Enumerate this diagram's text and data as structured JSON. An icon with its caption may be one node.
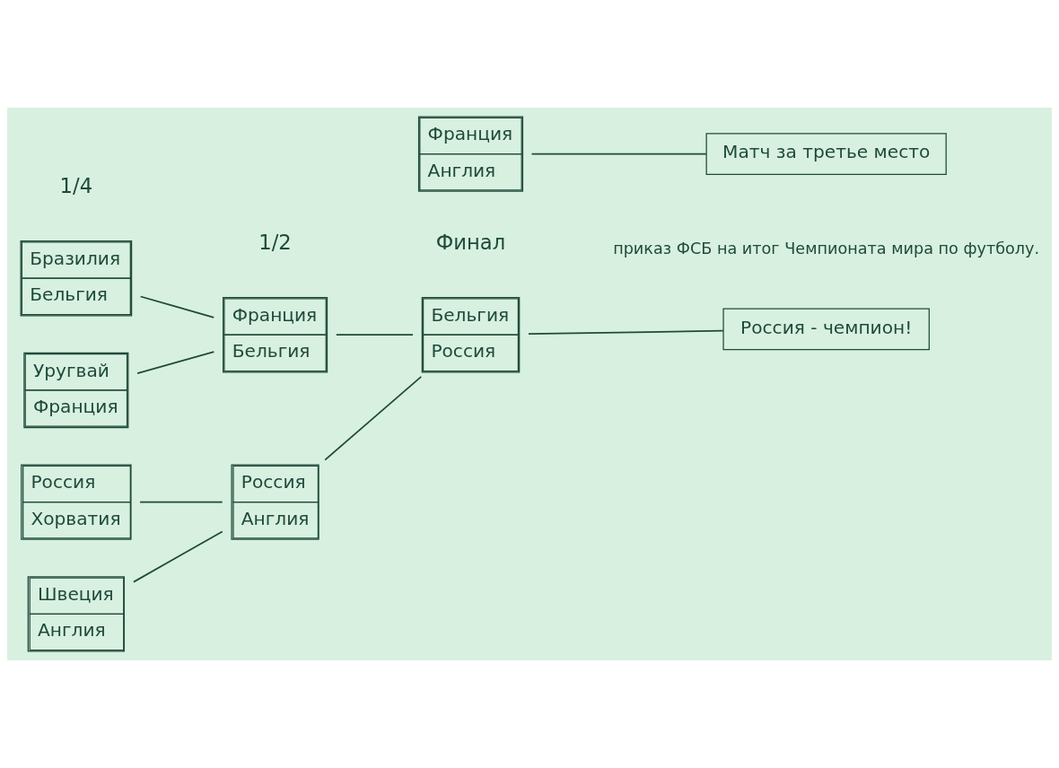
{
  "diagram": {
    "nodes": [
      {
        "text": [
          "Уругвай",
          "Франция"
        ]
      },
      {
        "text": [
          "Бразилия",
          "Бельгия"
        ]
      },
      {
        "text": [
          "Россия",
          "Хорватия"
        ]
      },
      {
        "text": [
          "Швеция",
          "Англия"
        ]
      },
      {
        "text": [
          "Франция",
          "Бельгия"
        ]
      },
      {
        "text": [
          "Россия",
          "Англия"
        ]
      },
      {
        "text": [
          "Бельгия",
          "Россия"
        ]
      },
      {
        "text": [
          "Россия - чемпион!"
        ]
      },
      {
        "text": [
          "Франция",
          "Англия"
        ]
      },
      {
        "text": [
          "Матч за третье место"
        ]
      }
    ],
    "edges": [
      {
        "from": 0,
        "to": 4,
        "arrow": "none"
      },
      {
        "from": 1,
        "to": 4,
        "arrow": "none"
      },
      {
        "from": 2,
        "to": 5,
        "arrow": "none"
      },
      {
        "from": 3,
        "to": 5,
        "arrow": "none"
      },
      {
        "from": 4,
        "to": 6,
        "arrow": "none"
      },
      {
        "from": 5,
        "to": 6,
        "arrow": "none"
      },
      {
        "from": 6,
        "to": 7,
        "arrow": "none"
      },
      {
        "from": 8,
        "to": 9,
        "arrow": "none"
      }
    ],
    "labels": [
      "1/4",
      "1/2",
      "Финал",
      "приказ ФСБ на итог Чемпионата мира по футболу."
    ]
  }
}
